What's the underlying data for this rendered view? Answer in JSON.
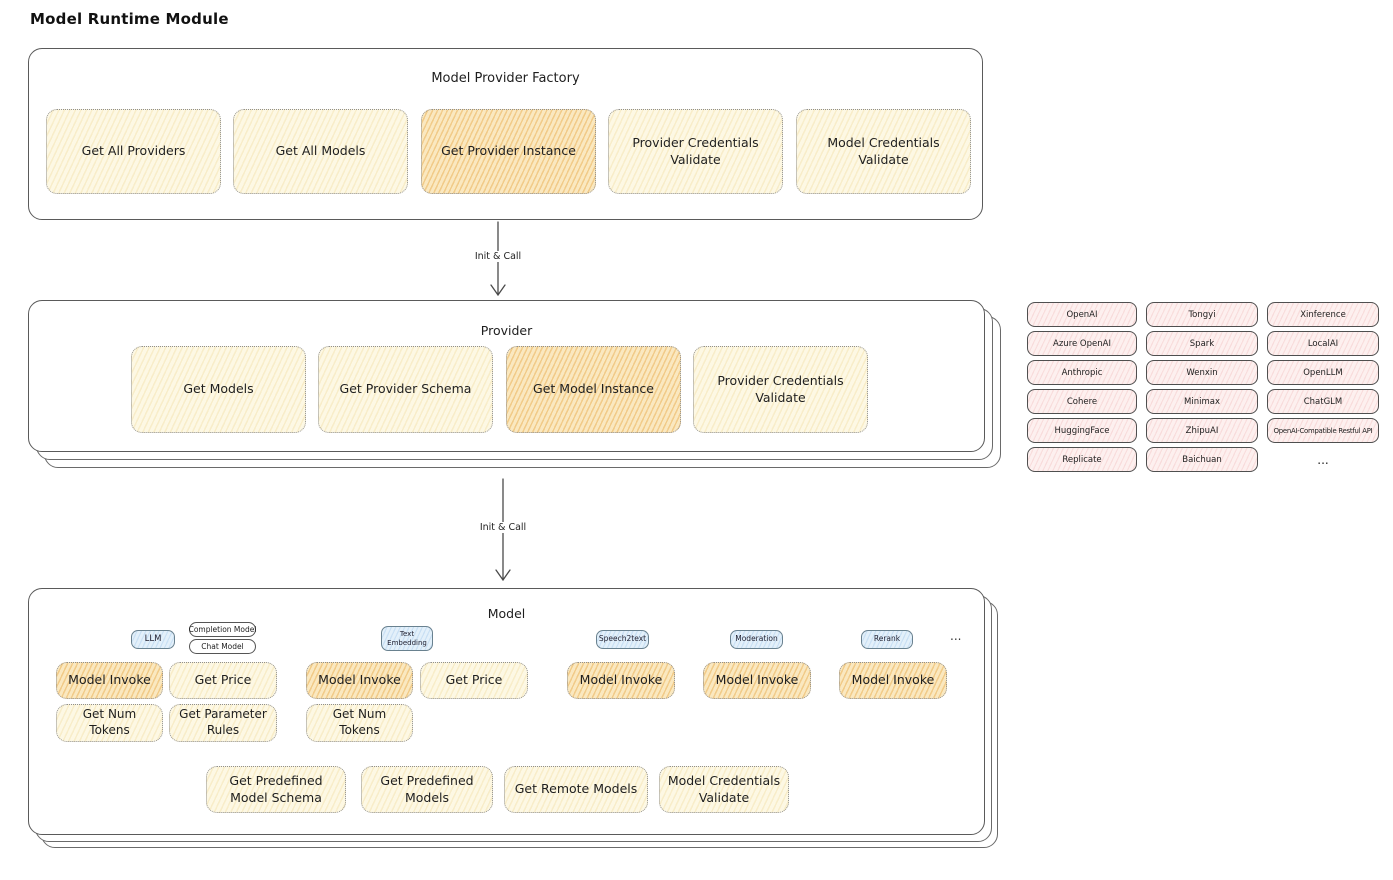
{
  "page": {
    "title": "Model Runtime Module"
  },
  "arrow_top": {
    "label": "Init & Call"
  },
  "arrow_bottom": {
    "label": "Init & Call"
  },
  "factory": {
    "title": "Model Provider Factory",
    "buttons": [
      {
        "label": "Get All Providers"
      },
      {
        "label": "Get All Models"
      },
      {
        "label": "Get Provider Instance"
      },
      {
        "label": "Provider Credentials Validate"
      },
      {
        "label": "Model Credentials Validate"
      }
    ]
  },
  "provider": {
    "title": "Provider",
    "buttons": [
      {
        "label": "Get Models"
      },
      {
        "label": "Get Provider Schema"
      },
      {
        "label": "Get Model Instance"
      },
      {
        "label": "Provider Credentials Validate"
      }
    ]
  },
  "vendors": {
    "items": [
      "OpenAI",
      "Tongyi",
      "Xinference",
      "Azure OpenAI",
      "Spark",
      "LocalAI",
      "Anthropic",
      "Wenxin",
      "OpenLLM",
      "Cohere",
      "Minimax",
      "ChatGLM",
      "HuggingFace",
      "ZhipuAI",
      "OpenAI-Compatible Restful API",
      "Replicate",
      "Baichuan"
    ],
    "more": "..."
  },
  "model": {
    "title": "Model",
    "tags": {
      "llm": "LLM",
      "completion": "Completion Model",
      "chat": "Chat Model",
      "text_embedding": "Text Embedding",
      "speech2text": "Speech2text",
      "moderation": "Moderation",
      "rerank": "Rerank"
    },
    "more": "...",
    "row1": [
      "Model Invoke",
      "Get Price",
      "Model Invoke",
      "Get Price",
      "Model Invoke",
      "Model Invoke",
      "Model Invoke"
    ],
    "row2": [
      "Get Num Tokens",
      "Get Parameter Rules",
      "Get Num Tokens"
    ],
    "bottom": [
      "Get Predefined Model Schema",
      "Get Predefined Models",
      "Get Remote Models",
      "Model Credentials Validate"
    ]
  },
  "colors": {
    "method_fill": "#fdf8e4",
    "method_highlight": "#fae8c0",
    "vendor_pink": "#fdf0ef",
    "tag_blue": "#e3f0fa",
    "ink": "#1e1e1e"
  }
}
